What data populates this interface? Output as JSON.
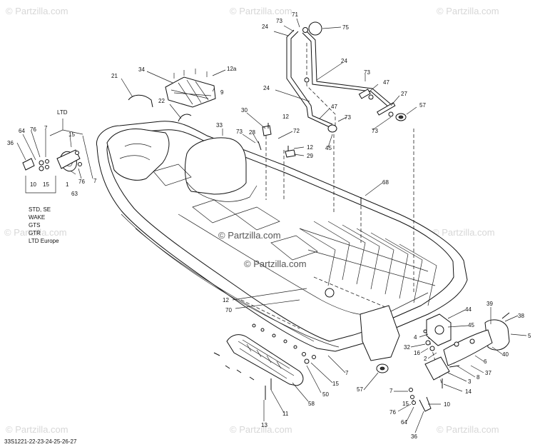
{
  "watermark": {
    "text": "© Partzilla.com",
    "center_text": "© Partzilla.com"
  },
  "figure_code": "33S1221-22-23-24-25-26-27",
  "notes": {
    "ltd": "LTD",
    "variants": [
      "STD, SE",
      "WAKE",
      "GTS",
      "GTR",
      "LTD Europe"
    ]
  },
  "callouts": [
    {
      "id": "c71",
      "label": "71"
    },
    {
      "id": "c73a",
      "label": "73"
    },
    {
      "id": "c24a",
      "label": "24"
    },
    {
      "id": "c75",
      "label": "75"
    },
    {
      "id": "c12a",
      "label": "12a"
    },
    {
      "id": "c34",
      "label": "34"
    },
    {
      "id": "c21",
      "label": "21"
    },
    {
      "id": "c9",
      "label": "9"
    },
    {
      "id": "c22",
      "label": "22"
    },
    {
      "id": "c24b",
      "label": "24"
    },
    {
      "id": "c73b",
      "label": "73"
    },
    {
      "id": "c47a",
      "label": "47"
    },
    {
      "id": "c27",
      "label": "27"
    },
    {
      "id": "c24c",
      "label": "24"
    },
    {
      "id": "c47b",
      "label": "47"
    },
    {
      "id": "c73c",
      "label": "73"
    },
    {
      "id": "c57a",
      "label": "57"
    },
    {
      "id": "c73d",
      "label": "73"
    },
    {
      "id": "c30",
      "label": "30"
    },
    {
      "id": "c12b",
      "label": "12"
    },
    {
      "id": "c33",
      "label": "33"
    },
    {
      "id": "c73e",
      "label": "73"
    },
    {
      "id": "c28",
      "label": "28"
    },
    {
      "id": "c72",
      "label": "72"
    },
    {
      "id": "c12c",
      "label": "12"
    },
    {
      "id": "c29",
      "label": "29"
    },
    {
      "id": "c45a",
      "label": "45"
    },
    {
      "id": "c68",
      "label": "68"
    },
    {
      "id": "c36a",
      "label": "36"
    },
    {
      "id": "c64a",
      "label": "64"
    },
    {
      "id": "c76a",
      "label": "76"
    },
    {
      "id": "c7a",
      "label": "7"
    },
    {
      "id": "c15a",
      "label": "15"
    },
    {
      "id": "c10a",
      "label": "10"
    },
    {
      "id": "c15b",
      "label": "15"
    },
    {
      "id": "c1",
      "label": "1"
    },
    {
      "id": "c76b",
      "label": "76"
    },
    {
      "id": "c63",
      "label": "63"
    },
    {
      "id": "c7b",
      "label": "7"
    },
    {
      "id": "c12d",
      "label": "12"
    },
    {
      "id": "c70",
      "label": "70"
    },
    {
      "id": "c39",
      "label": "39"
    },
    {
      "id": "c44",
      "label": "44"
    },
    {
      "id": "c38",
      "label": "38"
    },
    {
      "id": "c4",
      "label": "4"
    },
    {
      "id": "c45b",
      "label": "45"
    },
    {
      "id": "c5",
      "label": "5"
    },
    {
      "id": "c32",
      "label": "32"
    },
    {
      "id": "c16",
      "label": "16"
    },
    {
      "id": "c2",
      "label": "2"
    },
    {
      "id": "c40",
      "label": "40"
    },
    {
      "id": "c6",
      "label": "6"
    },
    {
      "id": "c37",
      "label": "37"
    },
    {
      "id": "c8",
      "label": "8"
    },
    {
      "id": "c3",
      "label": "3"
    },
    {
      "id": "c14",
      "label": "14"
    },
    {
      "id": "c7c",
      "label": "7"
    },
    {
      "id": "c15c",
      "label": "15"
    },
    {
      "id": "c50",
      "label": "50"
    },
    {
      "id": "c57b",
      "label": "57"
    },
    {
      "id": "c7d",
      "label": "7"
    },
    {
      "id": "c15d",
      "label": "15"
    },
    {
      "id": "c10b",
      "label": "10"
    },
    {
      "id": "c76c",
      "label": "76"
    },
    {
      "id": "c64b",
      "label": "64"
    },
    {
      "id": "c36b",
      "label": "36"
    },
    {
      "id": "c58",
      "label": "58"
    },
    {
      "id": "c11",
      "label": "11"
    },
    {
      "id": "c13",
      "label": "13"
    }
  ]
}
